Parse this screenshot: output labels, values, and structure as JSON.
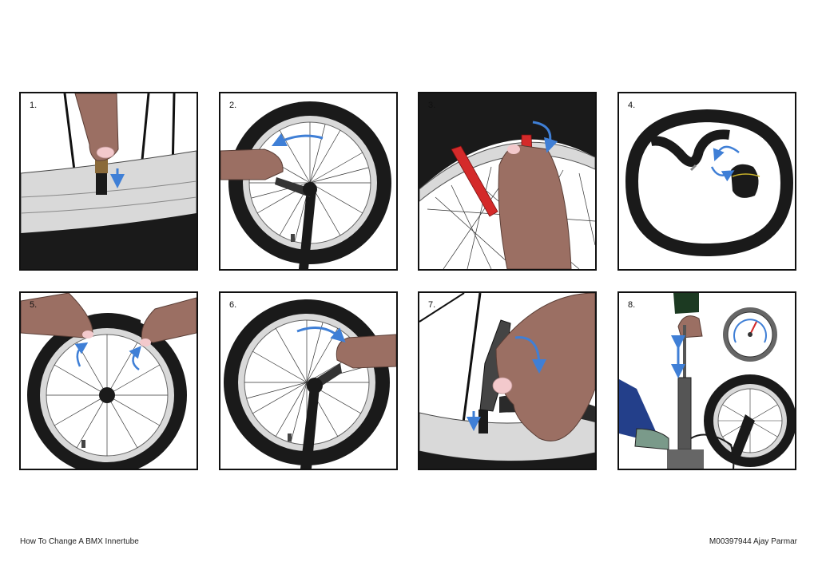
{
  "steps": [
    {
      "num": "1."
    },
    {
      "num": "2."
    },
    {
      "num": "3."
    },
    {
      "num": "4."
    },
    {
      "num": "5."
    },
    {
      "num": "6."
    },
    {
      "num": "7."
    },
    {
      "num": "8."
    }
  ],
  "footer": {
    "title": "How To Change A BMX Innertube",
    "credit": "M00397944 Ajay Parmar"
  },
  "colors": {
    "tyre": "#1a1a1a",
    "rim": "#d9d9d9",
    "skin": "#9b6f63",
    "lever": "#d42a2a",
    "arrow": "#3f7fd6"
  }
}
